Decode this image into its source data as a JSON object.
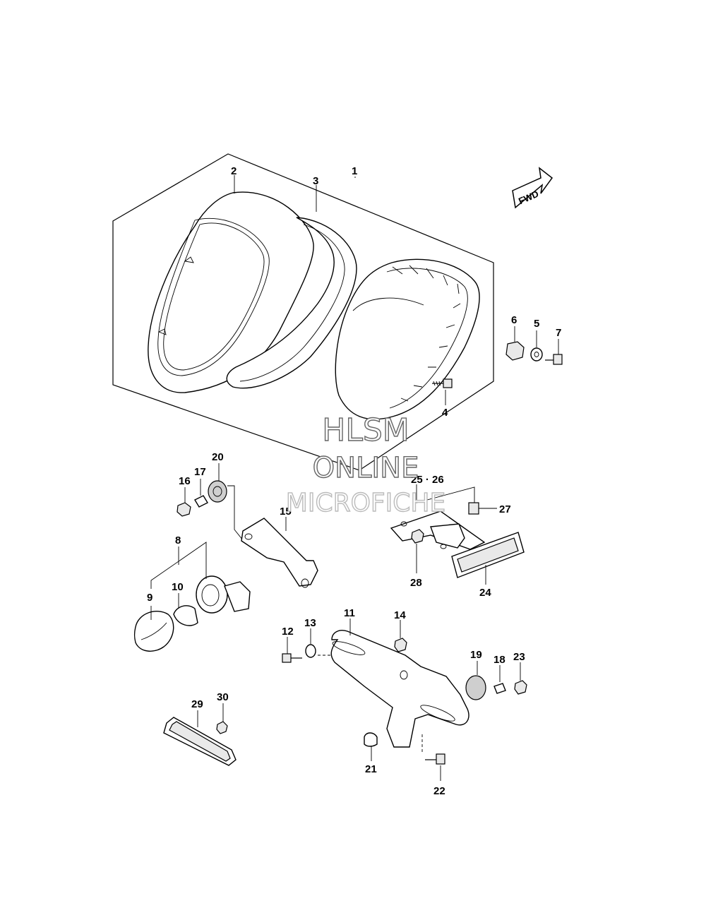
{
  "direction_badge": "FWD",
  "watermark": {
    "line1": "HLSM",
    "line2": "ONLINE",
    "line3": "MICROFICHE"
  },
  "callouts": {
    "c1": "1",
    "c2": "2",
    "c3": "3",
    "c4": "4",
    "c5": "5",
    "c6": "6",
    "c7": "7",
    "c8": "8",
    "c9": "9",
    "c10": "10",
    "c11": "11",
    "c12": "12",
    "c13": "13",
    "c14": "14",
    "c15": "15",
    "c16": "16",
    "c17": "17",
    "c18": "18",
    "c19": "19",
    "c20": "20",
    "c21": "21",
    "c22": "22",
    "c23": "23",
    "c24": "24",
    "c2526": "25 · 26",
    "c27": "27",
    "c28": "28",
    "c29": "29",
    "c30": "30"
  }
}
